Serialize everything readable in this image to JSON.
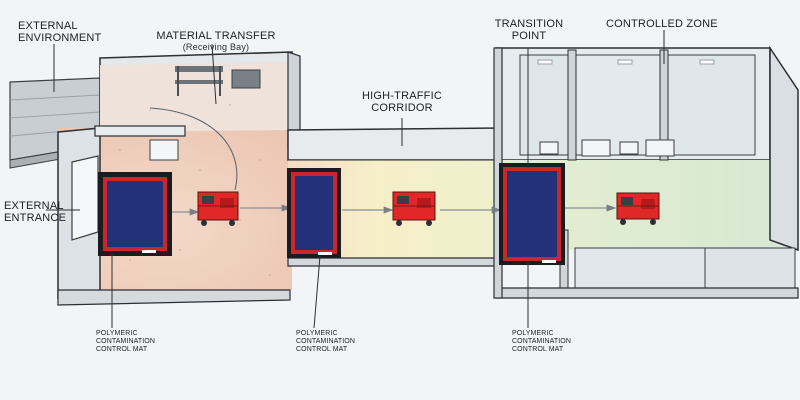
{
  "labels": {
    "external_environment": "EXTERNAL\nENVIRONMENT",
    "material_transfer": "MATERIAL TRANSFER",
    "receiving_bay": "(Receiving Bay)",
    "transition_point": "TRANSITION\nPOINT",
    "controlled_zone": "CONTROLLED ZONE",
    "high_traffic_corridor": "HIGH-TRAFFIC\nCORRIDOR",
    "external_entrance": "EXTERNAL\nENTRANCE",
    "mat_label": "POLYMERIC\nCONTAMINATION\nCONTROL MAT"
  },
  "colors": {
    "floor_receiving": "#f1d3c2",
    "floor_corridor": "#f4ecc4",
    "floor_controlled": "#dbe9d2",
    "mat_blue": "#23307a",
    "mat_border_red": "#d42424",
    "cart_red": "#e02828",
    "wall": "#e8ecef",
    "wall_edge": "#2b2f35"
  },
  "icons": [
    "mat-icon",
    "cart-icon",
    "flow-arrow-icon",
    "ceiling-light-icon"
  ]
}
